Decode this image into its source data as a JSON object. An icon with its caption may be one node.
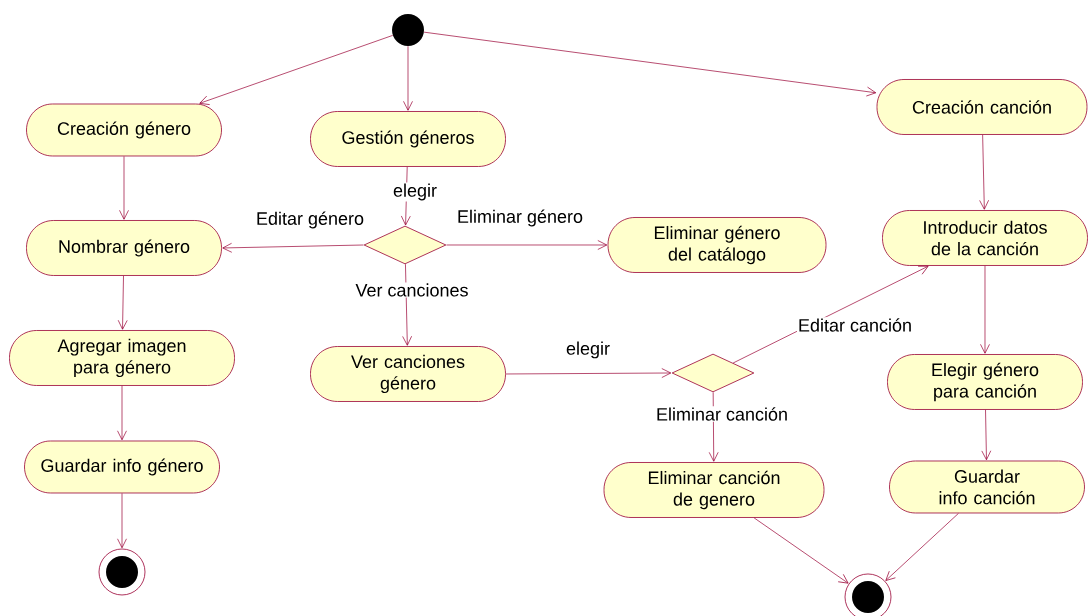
{
  "diagram": {
    "nodes": [
      {
        "text": [],
        "shape": "circle"
      },
      {
        "text": [
          "Creación género"
        ]
      },
      {
        "text": [
          "Gestión géneros"
        ]
      },
      {
        "text": [
          "Creación canción"
        ]
      },
      {
        "text": [
          "Nombrar género"
        ]
      },
      {
        "text": [],
        "shape": "diamond"
      },
      {
        "text": [
          "Eliminar género del catálogo"
        ]
      },
      {
        "text": [
          "Introducir datos de la canción"
        ]
      },
      {
        "text": [
          "Agregar imagen para género"
        ]
      },
      {
        "text": [
          "Ver canciones género"
        ]
      },
      {
        "text": [],
        "shape": "diamond"
      },
      {
        "text": [
          "Elegir género para canción"
        ]
      },
      {
        "text": [
          "Guardar info género"
        ]
      },
      {
        "text": [
          "Eliminar canción de genero"
        ]
      },
      {
        "text": [
          "Guardar info canción"
        ]
      },
      {
        "text": [],
        "shape": "circle"
      },
      {
        "text": [],
        "shape": "circle"
      }
    ],
    "edges": [
      {
        "from": 0,
        "to": 1,
        "arrow": "to"
      },
      {
        "from": 0,
        "to": 2,
        "arrow": "to"
      },
      {
        "from": 0,
        "to": 3,
        "arrow": "to"
      },
      {
        "from": 1,
        "to": 4,
        "arrow": "to"
      },
      {
        "from": 4,
        "to": 8,
        "arrow": "to"
      },
      {
        "from": 8,
        "to": 12,
        "arrow": "to"
      },
      {
        "from": 12,
        "to": 15,
        "arrow": "to"
      },
      {
        "from": 2,
        "to": 5,
        "arrow": "to",
        "label": "elegir"
      },
      {
        "from": 5,
        "to": 4,
        "arrow": "to",
        "label": "Editar género"
      },
      {
        "from": 5,
        "to": 6,
        "arrow": "to",
        "label": "Eliminar género"
      },
      {
        "from": 5,
        "to": 9,
        "arrow": "to",
        "label": "Ver canciones"
      },
      {
        "from": 9,
        "to": 10,
        "arrow": "to",
        "label": "elegir"
      },
      {
        "from": 10,
        "to": 7,
        "arrow": "to",
        "label": "Editar canción"
      },
      {
        "from": 10,
        "to": 13,
        "arrow": "to",
        "label": "Eliminar canción"
      },
      {
        "from": 3,
        "to": 7,
        "arrow": "to"
      },
      {
        "from": 7,
        "to": 11,
        "arrow": "to"
      },
      {
        "from": 11,
        "to": 14,
        "arrow": "to"
      },
      {
        "from": 13,
        "to": 16,
        "arrow": "to"
      },
      {
        "from": 14,
        "to": 16,
        "arrow": "to"
      }
    ]
  }
}
